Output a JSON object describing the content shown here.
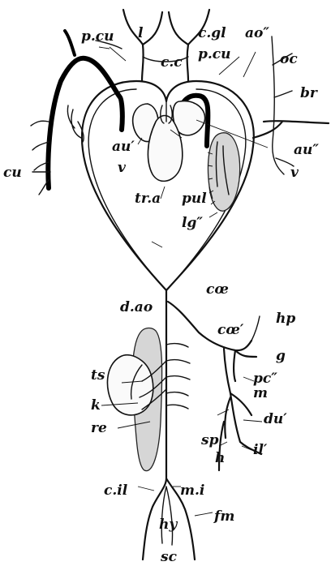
{
  "labels": {
    "l": "l",
    "pcu_left": "p.cu",
    "cgl": "c.gl",
    "ao2": "ao″",
    "pcu_right": "p.cu",
    "oc": "oc",
    "cc": "c.c",
    "br": "br",
    "cu": "cu",
    "au_left": "au′",
    "au2": "au″",
    "v_heart": "v",
    "v_right": "v",
    "tra": "tr.a",
    "pul": "pul",
    "lg": "lg″",
    "coe": "cœ",
    "dao": "d.ao",
    "coe2": "cœ′",
    "hp": "hp",
    "ts": "ts",
    "g": "g",
    "pc": "pc″",
    "k": "k",
    "m": "m",
    "re": "re",
    "du": "du′",
    "sp": "sp",
    "il": "il′",
    "h": "h",
    "cil": "c.il",
    "mi": "m.i",
    "hy": "hy",
    "fm": "fm",
    "sc": "sc"
  }
}
